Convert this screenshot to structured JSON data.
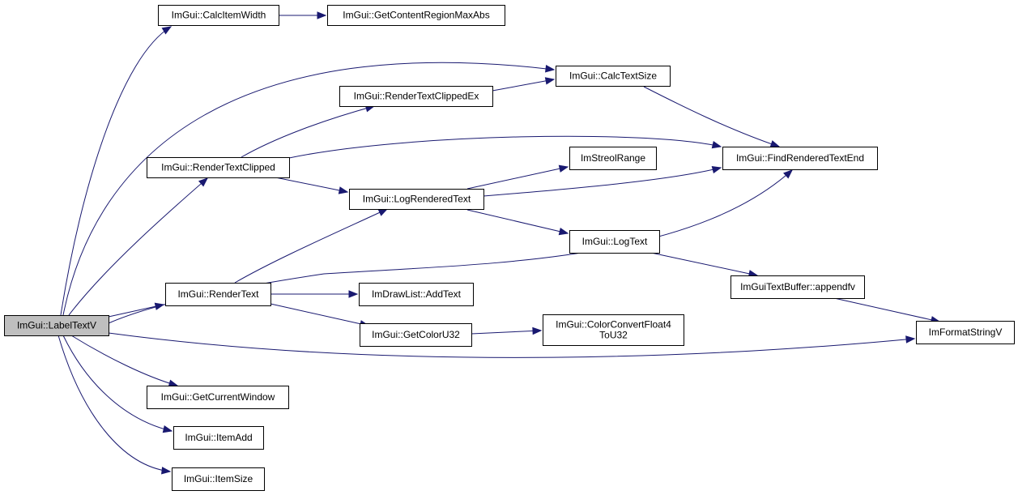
{
  "colors": {
    "edge": "#191970",
    "node_fill": "#ffffff",
    "root_fill": "#bfbfbf",
    "border": "#000000"
  },
  "nodes": {
    "label_text_v": {
      "lines": [
        "ImGui::LabelTextV"
      ]
    },
    "calc_item_width": {
      "lines": [
        "ImGui::CalcItemWidth"
      ]
    },
    "get_content_region_max_abs": {
      "lines": [
        "ImGui::GetContentRegionMaxAbs"
      ]
    },
    "calc_text_size": {
      "lines": [
        "ImGui::CalcTextSize"
      ]
    },
    "render_text_clipped_ex": {
      "lines": [
        "ImGui::RenderTextClippedEx"
      ]
    },
    "render_text_clipped": {
      "lines": [
        "ImGui::RenderTextClipped"
      ]
    },
    "find_rendered_text_end": {
      "lines": [
        "ImGui::FindRenderedTextEnd"
      ]
    },
    "im_streol_range": {
      "lines": [
        "ImStreolRange"
      ]
    },
    "log_rendered_text": {
      "lines": [
        "ImGui::LogRenderedText"
      ]
    },
    "log_text": {
      "lines": [
        "ImGui::LogText"
      ]
    },
    "text_buffer_appendfv": {
      "lines": [
        "ImGuiTextBuffer::appendfv"
      ]
    },
    "render_text": {
      "lines": [
        "ImGui::RenderText"
      ]
    },
    "draw_list_add_text": {
      "lines": [
        "ImDrawList::AddText"
      ]
    },
    "get_color_u32": {
      "lines": [
        "ImGui::GetColorU32"
      ]
    },
    "color_convert_float4_to_u32": {
      "lines": [
        "ImGui::ColorConvertFloat4",
        "ToU32"
      ]
    },
    "im_format_string_v": {
      "lines": [
        "ImFormatStringV"
      ]
    },
    "get_current_window": {
      "lines": [
        "ImGui::GetCurrentWindow"
      ]
    },
    "item_add": {
      "lines": [
        "ImGui::ItemAdd"
      ]
    },
    "item_size": {
      "lines": [
        "ImGui::ItemSize"
      ]
    }
  },
  "edges": [
    {
      "from": "label_text_v",
      "to": "calc_item_width"
    },
    {
      "from": "calc_item_width",
      "to": "get_content_region_max_abs"
    },
    {
      "from": "label_text_v",
      "to": "calc_text_size"
    },
    {
      "from": "label_text_v",
      "to": "render_text_clipped"
    },
    {
      "from": "label_text_v",
      "to": "render_text"
    },
    {
      "from": "label_text_v",
      "to": "find_rendered_text_end"
    },
    {
      "from": "label_text_v",
      "to": "im_format_string_v"
    },
    {
      "from": "label_text_v",
      "to": "get_current_window"
    },
    {
      "from": "label_text_v",
      "to": "item_add"
    },
    {
      "from": "label_text_v",
      "to": "item_size"
    },
    {
      "from": "render_text_clipped_ex",
      "to": "calc_text_size"
    },
    {
      "from": "calc_text_size",
      "to": "find_rendered_text_end"
    },
    {
      "from": "render_text_clipped",
      "to": "render_text_clipped_ex"
    },
    {
      "from": "render_text_clipped",
      "to": "find_rendered_text_end"
    },
    {
      "from": "render_text_clipped",
      "to": "log_rendered_text"
    },
    {
      "from": "log_rendered_text",
      "to": "im_streol_range"
    },
    {
      "from": "log_rendered_text",
      "to": "find_rendered_text_end"
    },
    {
      "from": "log_rendered_text",
      "to": "log_text"
    },
    {
      "from": "log_text",
      "to": "text_buffer_appendfv"
    },
    {
      "from": "text_buffer_appendfv",
      "to": "im_format_string_v"
    },
    {
      "from": "render_text",
      "to": "log_rendered_text"
    },
    {
      "from": "render_text",
      "to": "draw_list_add_text"
    },
    {
      "from": "render_text",
      "to": "get_color_u32"
    },
    {
      "from": "get_color_u32",
      "to": "color_convert_float4_to_u32"
    }
  ]
}
